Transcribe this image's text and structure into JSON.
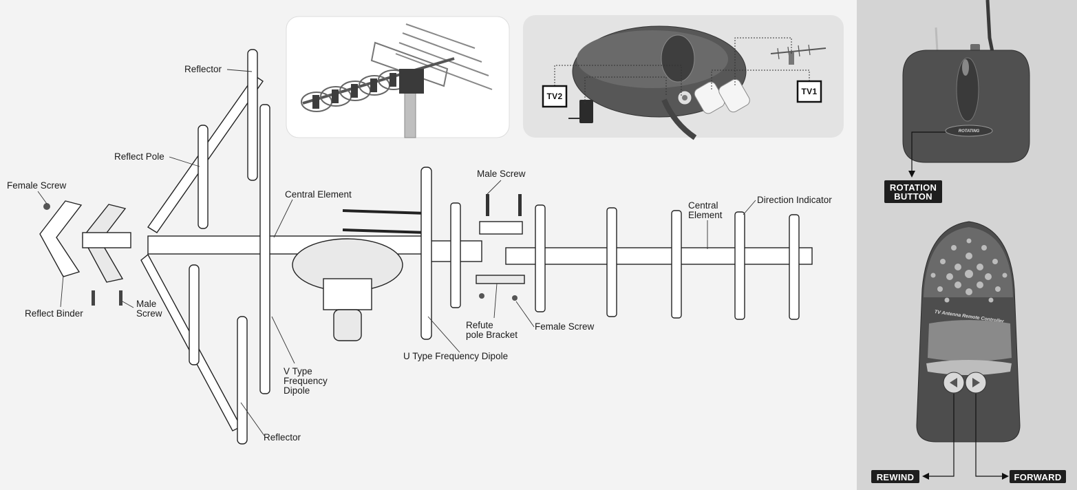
{
  "labels": {
    "reflector_top": "Reflector",
    "reflect_pole": "Reflect Pole",
    "female_screw_left": "Female Screw",
    "central_element_left": "Central Element",
    "male_screw_top": "Male Screw",
    "central_element_right_1": "Central",
    "central_element_right_2": "Element",
    "direction_indicator": "Direction Indicator",
    "reflect_binder": "Reflect Binder",
    "male_screw_left_1": "Male",
    "male_screw_left_2": "Screw",
    "refute_bracket_1": "Refute",
    "refute_bracket_2": "pole Bracket",
    "female_screw_right": "Female Screw",
    "u_dipole": "U Type Frequency Dipole",
    "v_dipole_1": "V Type",
    "v_dipole_2": "Frequency",
    "v_dipole_3": "Dipole",
    "reflector_bottom": "Reflector"
  },
  "connection_panel": {
    "tv2": "TV2",
    "tv1": "TV1"
  },
  "rotor": {
    "panel_label": "ROTATING",
    "button_line1": "ROTATION",
    "button_line2": "BUTTON"
  },
  "remote": {
    "title": "TV Antenna Remote Controller",
    "rewind": "REWIND",
    "forward": "FORWARD"
  },
  "colors": {
    "background": "#f3f3f3",
    "right_panel": "#d4d4d4",
    "inset_panel": "#e3e3e3",
    "device_dark": "#4a4a4a",
    "badge": "#1e1e1e"
  }
}
